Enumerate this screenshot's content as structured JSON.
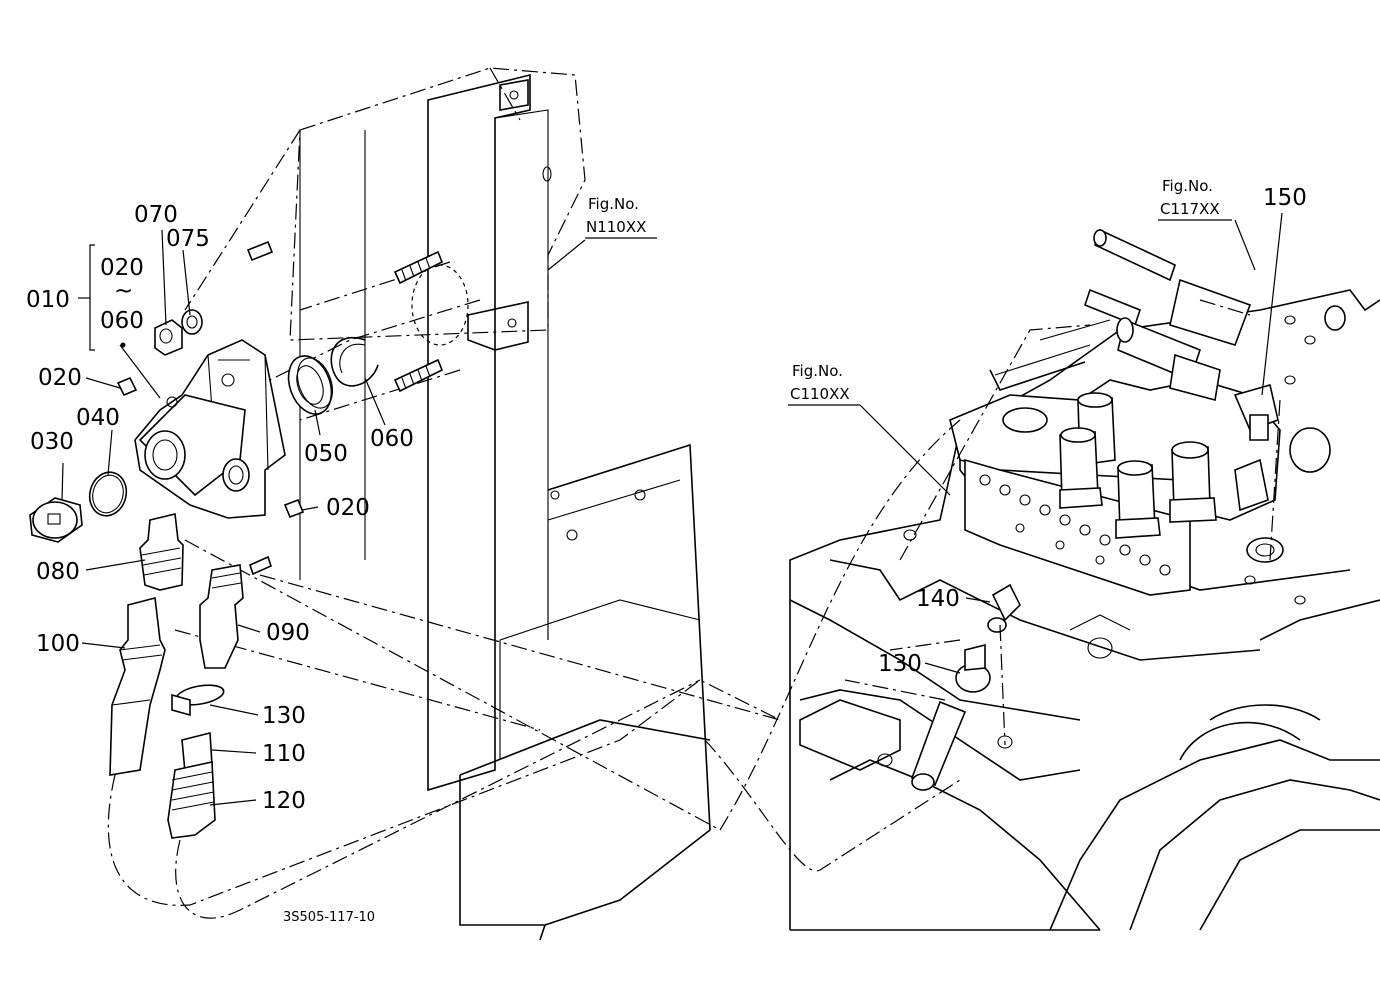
{
  "figure_refs": [
    {
      "id": "n110",
      "fig": "Fig.No.",
      "code": "N110XX"
    },
    {
      "id": "c110",
      "fig": "Fig.No.",
      "code": "C110XX"
    },
    {
      "id": "c117",
      "fig": "Fig.No.",
      "code": "C117XX"
    }
  ],
  "callouts": {
    "p010": "010",
    "p020_range_start": "020",
    "range_sep": "~",
    "p060_range_end": "060",
    "p020_a": "020",
    "p020_b": "020",
    "p030": "030",
    "p040": "040",
    "p050": "050",
    "p060": "060",
    "p070": "070",
    "p075": "075",
    "p080": "080",
    "p090": "090",
    "p100": "100",
    "p110": "110",
    "p120": "120",
    "p130_a": "130",
    "p130_b": "130",
    "p140": "140",
    "p150": "150"
  },
  "drawing_code": "3S505-117-10"
}
